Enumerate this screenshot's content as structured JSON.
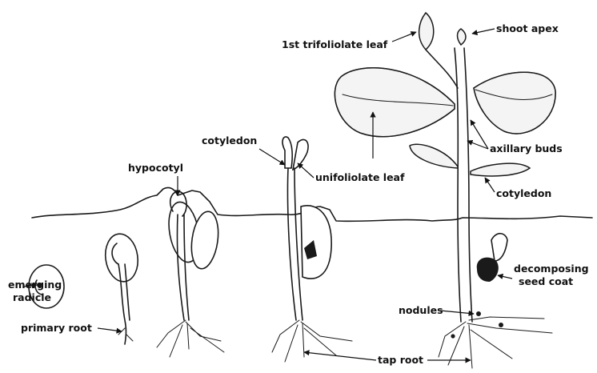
{
  "labels": {
    "first_trifoliolate_leaf": "1st trifoliolate leaf",
    "shoot_apex": "shoot apex",
    "cotyledon_top": "cotyledon",
    "hypocotyl": "hypocotyl",
    "unifoliolate_leaf": "unifoliolate leaf",
    "axillary_buds": "axillary buds",
    "cotyledon_right": "cotyledon",
    "emerging": "emerging",
    "radicle": "radicle",
    "primary_root": "primary root",
    "decomposing": "decomposing",
    "seed_coat": "seed coat",
    "nodules": "nodules",
    "tap_root": "tap root"
  }
}
